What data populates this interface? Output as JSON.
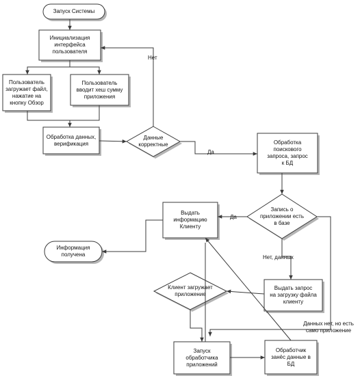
{
  "nodes": {
    "start": "Запуск Системы",
    "init_ui": "Инициализация\nинтерфейса\nпользователя",
    "user_upload": "Пользователь\nзагружает файл,\nнажатие на\nкнопку Обзор",
    "user_hash": "Пользователь\nвводит хеш сумму\nприложения",
    "processing": "Обработка данных,\nверификация",
    "data_correct": "Данные\nкорректные",
    "search_processing": "Обработка\nпоискового\nзапроса, запрос\nк БД",
    "app_in_db": "Запись о\nприложении есть\nв базе",
    "give_info": "Выдать\nинформацию\nКлиенту",
    "info_received": "Информация\nполучена",
    "request_upload": "Выдать запрос\nна загрузку файла\nклиенту",
    "client_uploads": "Клиент загружает\nприложение",
    "run_handler": "Запуск\nобработчика\nприложений",
    "handler_saved": "Обработчик\nзанёс данные в\nБД"
  },
  "edges": {
    "no": "Нет",
    "yes_1": "Да",
    "yes_2": "Да",
    "no_data": "Нет, данных",
    "no_data_but_app": "Данных нет, но есть\nсамо приложение"
  }
}
